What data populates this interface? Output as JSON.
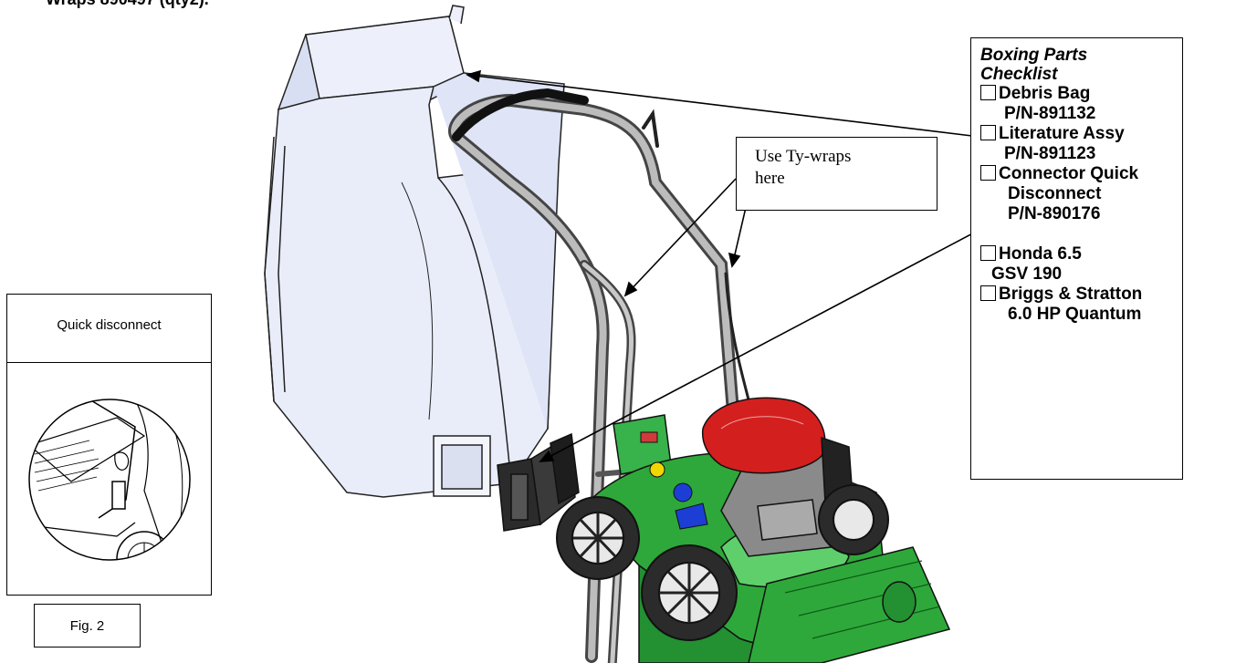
{
  "document": {
    "top_text": "Wraps 890497 (qty2)."
  },
  "checklist": {
    "title_line1": "Boxing Parts",
    "title_line2": "Checklist",
    "items": [
      {
        "label": "Debris Bag",
        "sub": [
          "P/N-891132"
        ]
      },
      {
        "label": "Literature Assy",
        "sub": [
          "P/N-891123"
        ]
      },
      {
        "label": "Connector Quick",
        "sub": [
          "Disconnect",
          "P/N-890176"
        ]
      },
      {
        "label": "Honda 6.5",
        "sub": [
          "GSV 190"
        ]
      },
      {
        "label": "Briggs & Stratton",
        "sub": [
          "6.0 HP Quantum"
        ]
      }
    ]
  },
  "callout": {
    "line1": "Use Ty-wraps",
    "line2": "here"
  },
  "inset": {
    "title": "Quick disconnect",
    "figure_label": "Fig. 2"
  },
  "colors": {
    "mower_green": "#2ea83a",
    "engine_red": "#d41f1f",
    "bag_blue": "#e9edfa",
    "handle_gray": "#9a9a9a"
  }
}
